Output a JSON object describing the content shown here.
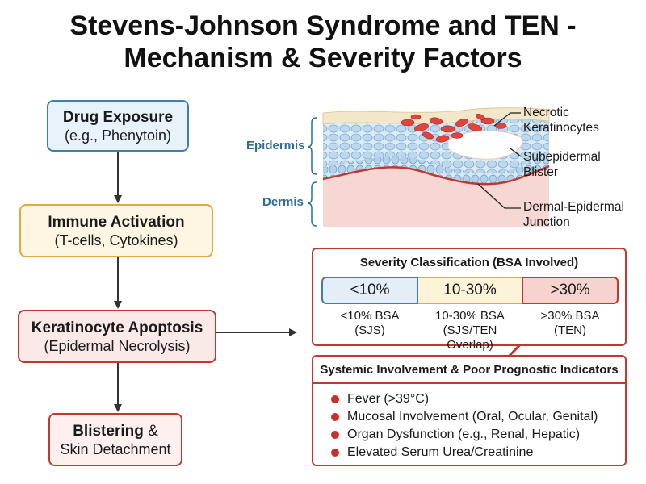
{
  "title_line1": "Stevens-Johnson Syndrome and TEN -",
  "title_line2": "Mechanism & Severity Factors",
  "flow": {
    "drug": {
      "main": "Drug Exposure",
      "sub": "(e.g., Phenytoin)"
    },
    "immune": {
      "main": "Immune Activation",
      "sub": "(T-cells, Cytokines)"
    },
    "kera": {
      "main": "Keratinocyte Apoptosis",
      "sub": "(Epidermal Necrolysis)"
    },
    "blister": {
      "main_bold": "Blistering",
      "main_rest": " &",
      "sub": "Skin Detachment"
    }
  },
  "skin": {
    "epidermis_label": "Epidermis",
    "dermis_label": "Dermis",
    "callouts": [
      {
        "line1": "Necrotic",
        "line2": "Keratinocytes"
      },
      {
        "line1": "Subepidermal",
        "line2": "Blister"
      },
      {
        "line1": "Dermal-Epidermal",
        "line2": "Junction"
      }
    ]
  },
  "severity": {
    "title": "Severity Classification (BSA Involved)",
    "segments": [
      "<10%",
      "10-30%",
      ">30%"
    ],
    "descriptions": [
      {
        "line1": "<10% BSA",
        "line2": "(SJS)"
      },
      {
        "line1": "10-30% BSA",
        "line2": "(SJS/TEN Overlap)"
      },
      {
        "line1": ">30% BSA",
        "line2": "(TEN)"
      }
    ]
  },
  "systemic": {
    "title": "Systemic Involvement & Poor Prognostic Indicators",
    "items": [
      "Fever (>39°C)",
      "Mucosal Involvement (Oral, Ocular, Genital)",
      "Organ Dysfunction (e.g., Renal, Hepatic)",
      "Elevated Serum Urea/Creatinine"
    ]
  },
  "colors": {
    "blue": "#3b7fb4",
    "yellow": "#e3a93a",
    "red": "#c0392f",
    "bullet": "#c7312a"
  }
}
